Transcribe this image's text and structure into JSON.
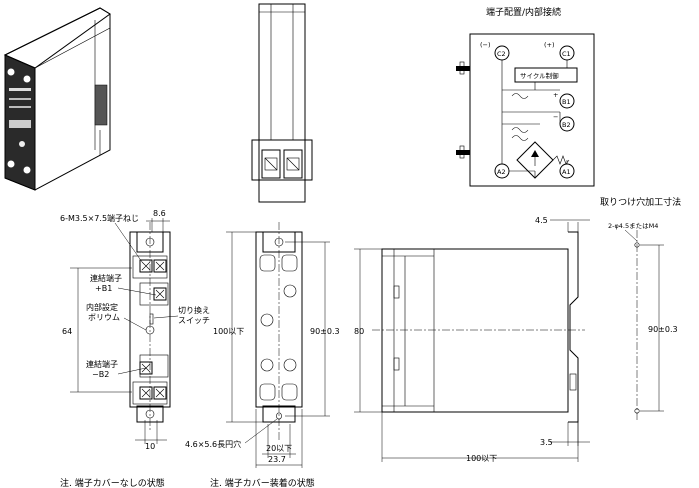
{
  "titles": {
    "terminal_arrangement": "端子配置/内部接続",
    "mounting_holes": "取りつけ穴加工寸法"
  },
  "terminals": {
    "c2_polarity": "(−)",
    "c2": "C2",
    "c1_polarity": "(+)",
    "c1": "C1",
    "b1_sign": "+",
    "b1": "B1",
    "b2_sign": "−",
    "b2": "B2",
    "a2": "A2",
    "a1": "A1",
    "cycle_control": "サイクル制御"
  },
  "callouts": {
    "screw": "6-M3.5×7.5端子ねじ",
    "link_b1_line1": "連結端子",
    "link_b1_line2": "+B1",
    "pot_line1": "内部設定",
    "pot_line2": "ボリウム",
    "switch_line1": "切り換え",
    "switch_line2": "スイッチ",
    "link_b2_line1": "連結端子",
    "link_b2_line2": "−B2",
    "slot": "4.6×5.6長円穴",
    "hole_spec": "2-φ4.5またはM4"
  },
  "dimensions": {
    "d_8_6": "8.6",
    "d_64": "64",
    "d_10": "10",
    "d_100_max_a": "100以下",
    "d_90_a": "90±0.3",
    "d_20_max": "20以下",
    "d_23_7": "23.7",
    "d_80": "80",
    "d_4_5": "4.5",
    "d_3_5": "3.5",
    "d_100_max_b": "100以下",
    "d_90_b": "90±0.3"
  },
  "notes": {
    "without_cover": "注.  端子カバーなしの状態",
    "with_cover": "注.  端子カバー装着の状態"
  }
}
